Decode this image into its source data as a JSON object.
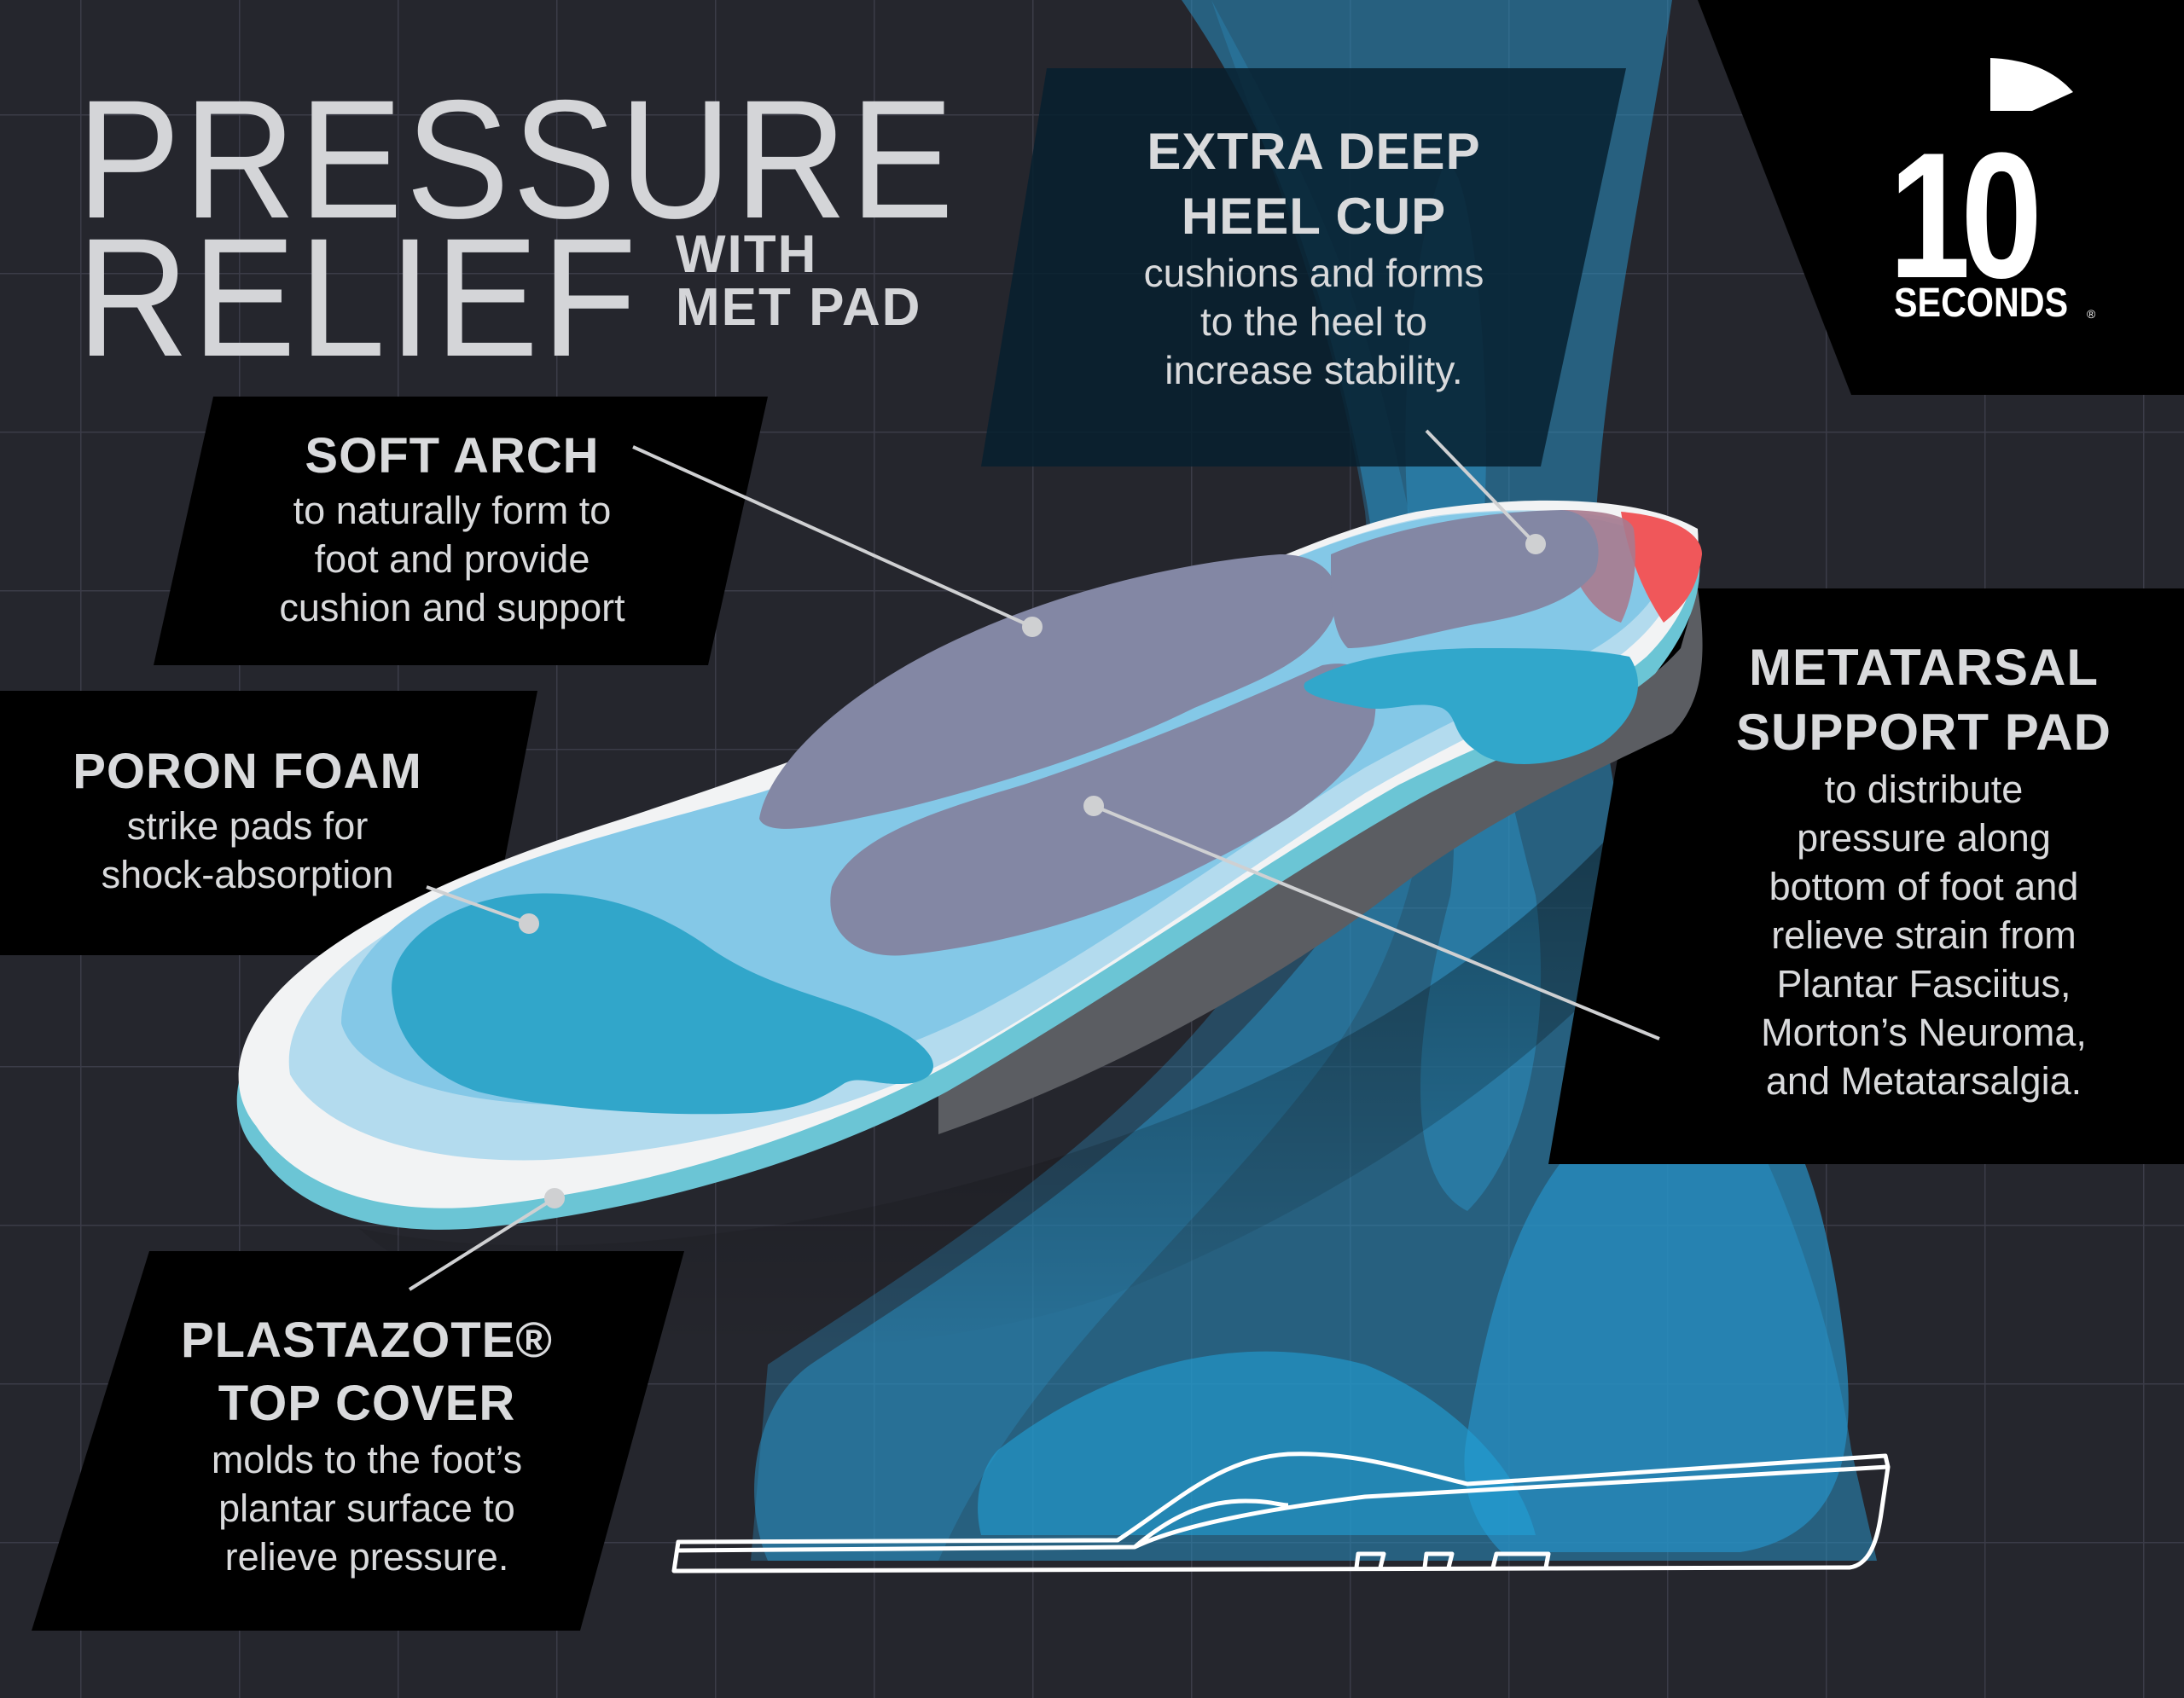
{
  "title": {
    "line1": "PRESSURE",
    "line2": "RELIEF",
    "sub_line1": "WITH",
    "sub_line2": "MET PAD"
  },
  "logo": {
    "number": "10",
    "word": "SECONDS",
    "registered": "®"
  },
  "callouts": {
    "heel_cup": {
      "heading": [
        "EXTRA DEEP",
        "HEEL CUP"
      ],
      "body": [
        "cushions and forms",
        "to the heel to",
        "increase stability."
      ]
    },
    "soft_arch": {
      "heading": [
        "SOFT ARCH"
      ],
      "body": [
        "to naturally form to",
        "foot and provide",
        "cushion and support"
      ]
    },
    "poron_foam": {
      "heading": [
        "PORON FOAM"
      ],
      "body": [
        "strike pads for",
        "shock-absorption"
      ]
    },
    "metatarsal": {
      "heading": [
        "METATARSAL",
        "SUPPORT PAD"
      ],
      "body": [
        "to distribute",
        "pressure along",
        "bottom of foot and",
        "relieve strain from",
        "Plantar Fasciitus,",
        "Morton’s Neuroma,",
        "and Metatarsalgia."
      ]
    },
    "plastazote": {
      "heading": [
        "PLASTAZOTE®",
        "TOP COVER"
      ],
      "body": [
        "molds to the foot’s",
        "plantar surface to",
        "relieve pressure."
      ]
    }
  },
  "colors": {
    "background": "#25262d",
    "grid": "#3a3b47",
    "panel": "#000000",
    "heel_panel": "#0b2a3c",
    "text": "#d9dadc",
    "insole_light_blue": "#86c8e6",
    "insole_pale_blue": "#b4dbee",
    "insole_cyan_pad": "#31a6ca",
    "insole_purple_pad": "#8386a3",
    "insole_heel_red": "#f0575a",
    "insole_white_cover": "#f2f3f4",
    "insole_base_teal": "#6cc6d6",
    "insole_side_gray": "#5a5c60",
    "foot_blue": "#2b8ec0"
  }
}
